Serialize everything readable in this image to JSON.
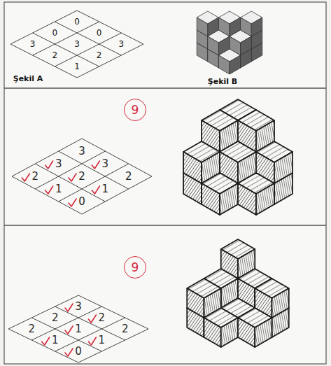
{
  "diagram": {
    "nodes": [
      {
        "text": [
          "9"
        ]
      },
      {
        "text": [
          "9"
        ]
      }
    ],
    "labels": [
      "0",
      "0",
      "0",
      "3",
      "3",
      "3",
      "2",
      "2",
      "1",
      "Şekil A",
      "Şekil B",
      "3",
      "3",
      "3",
      "2",
      "2",
      "2",
      "1",
      "1",
      "0",
      "3",
      "2",
      "2",
      "2",
      "1",
      "2",
      "1",
      "1",
      "0"
    ]
  }
}
